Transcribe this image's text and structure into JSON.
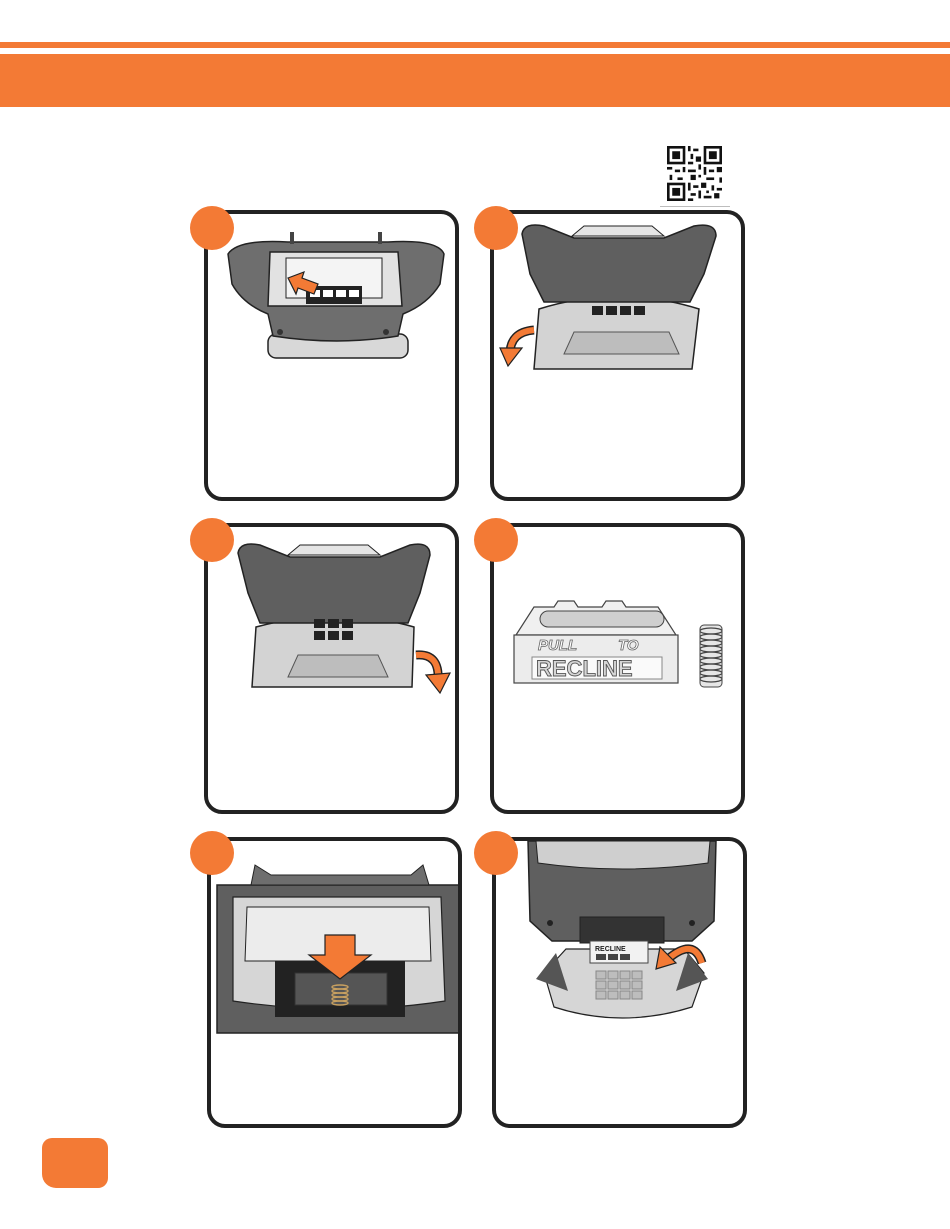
{
  "header": {
    "title": ""
  },
  "steps": [
    {
      "number": "",
      "caption": ""
    },
    {
      "number": "",
      "caption": ""
    },
    {
      "number": "",
      "caption": ""
    },
    {
      "number": "",
      "caption": ""
    },
    {
      "number": "",
      "caption": ""
    },
    {
      "number": "",
      "caption": ""
    }
  ],
  "labels": {
    "pull": "PULL",
    "to": "TO",
    "recline": "RECLINE",
    "recline_small": "RECLINE"
  },
  "page_number": "",
  "colors": {
    "accent": "#f37a35",
    "outline": "#222222",
    "plastic_dark": "#6b6b6b",
    "plastic_light": "#cfcfcf"
  }
}
